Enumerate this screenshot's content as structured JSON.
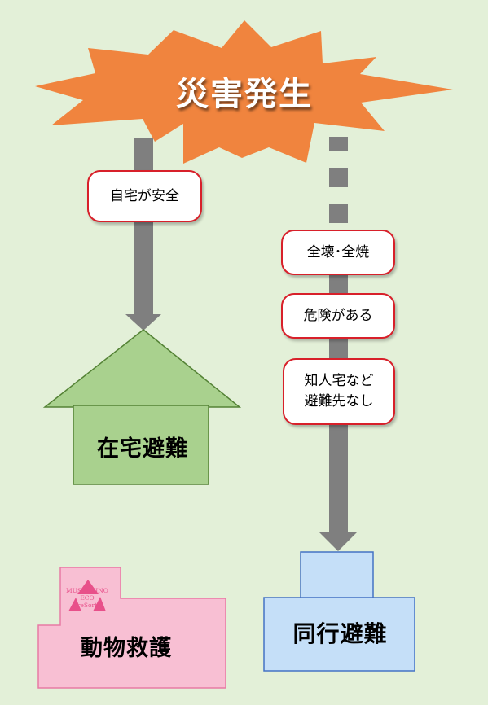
{
  "title": "災害発生",
  "branches": {
    "left": {
      "condition": "自宅が安全",
      "result": "在宅避難"
    },
    "right": {
      "conditions": [
        "全壊･全焼",
        "危険がある",
        "知人宅など\n避難先なし"
      ],
      "result": "同行避難"
    }
  },
  "rescue": {
    "label": "動物救護",
    "logo_text": [
      "MUSASHINO",
      "ECO",
      "reSort"
    ]
  },
  "colors": {
    "background": "#e3f0d8",
    "burst": "#f0843e",
    "arrow": "#7f7f7f",
    "home_fill": "#a9d18e",
    "home_border": "#548235",
    "evac_fill": "#c5dff8",
    "evac_border": "#4472c4",
    "rescue_fill": "#f8bfd3",
    "rescue_border": "#e87aa4",
    "bubble_border": "#d8202a"
  }
}
